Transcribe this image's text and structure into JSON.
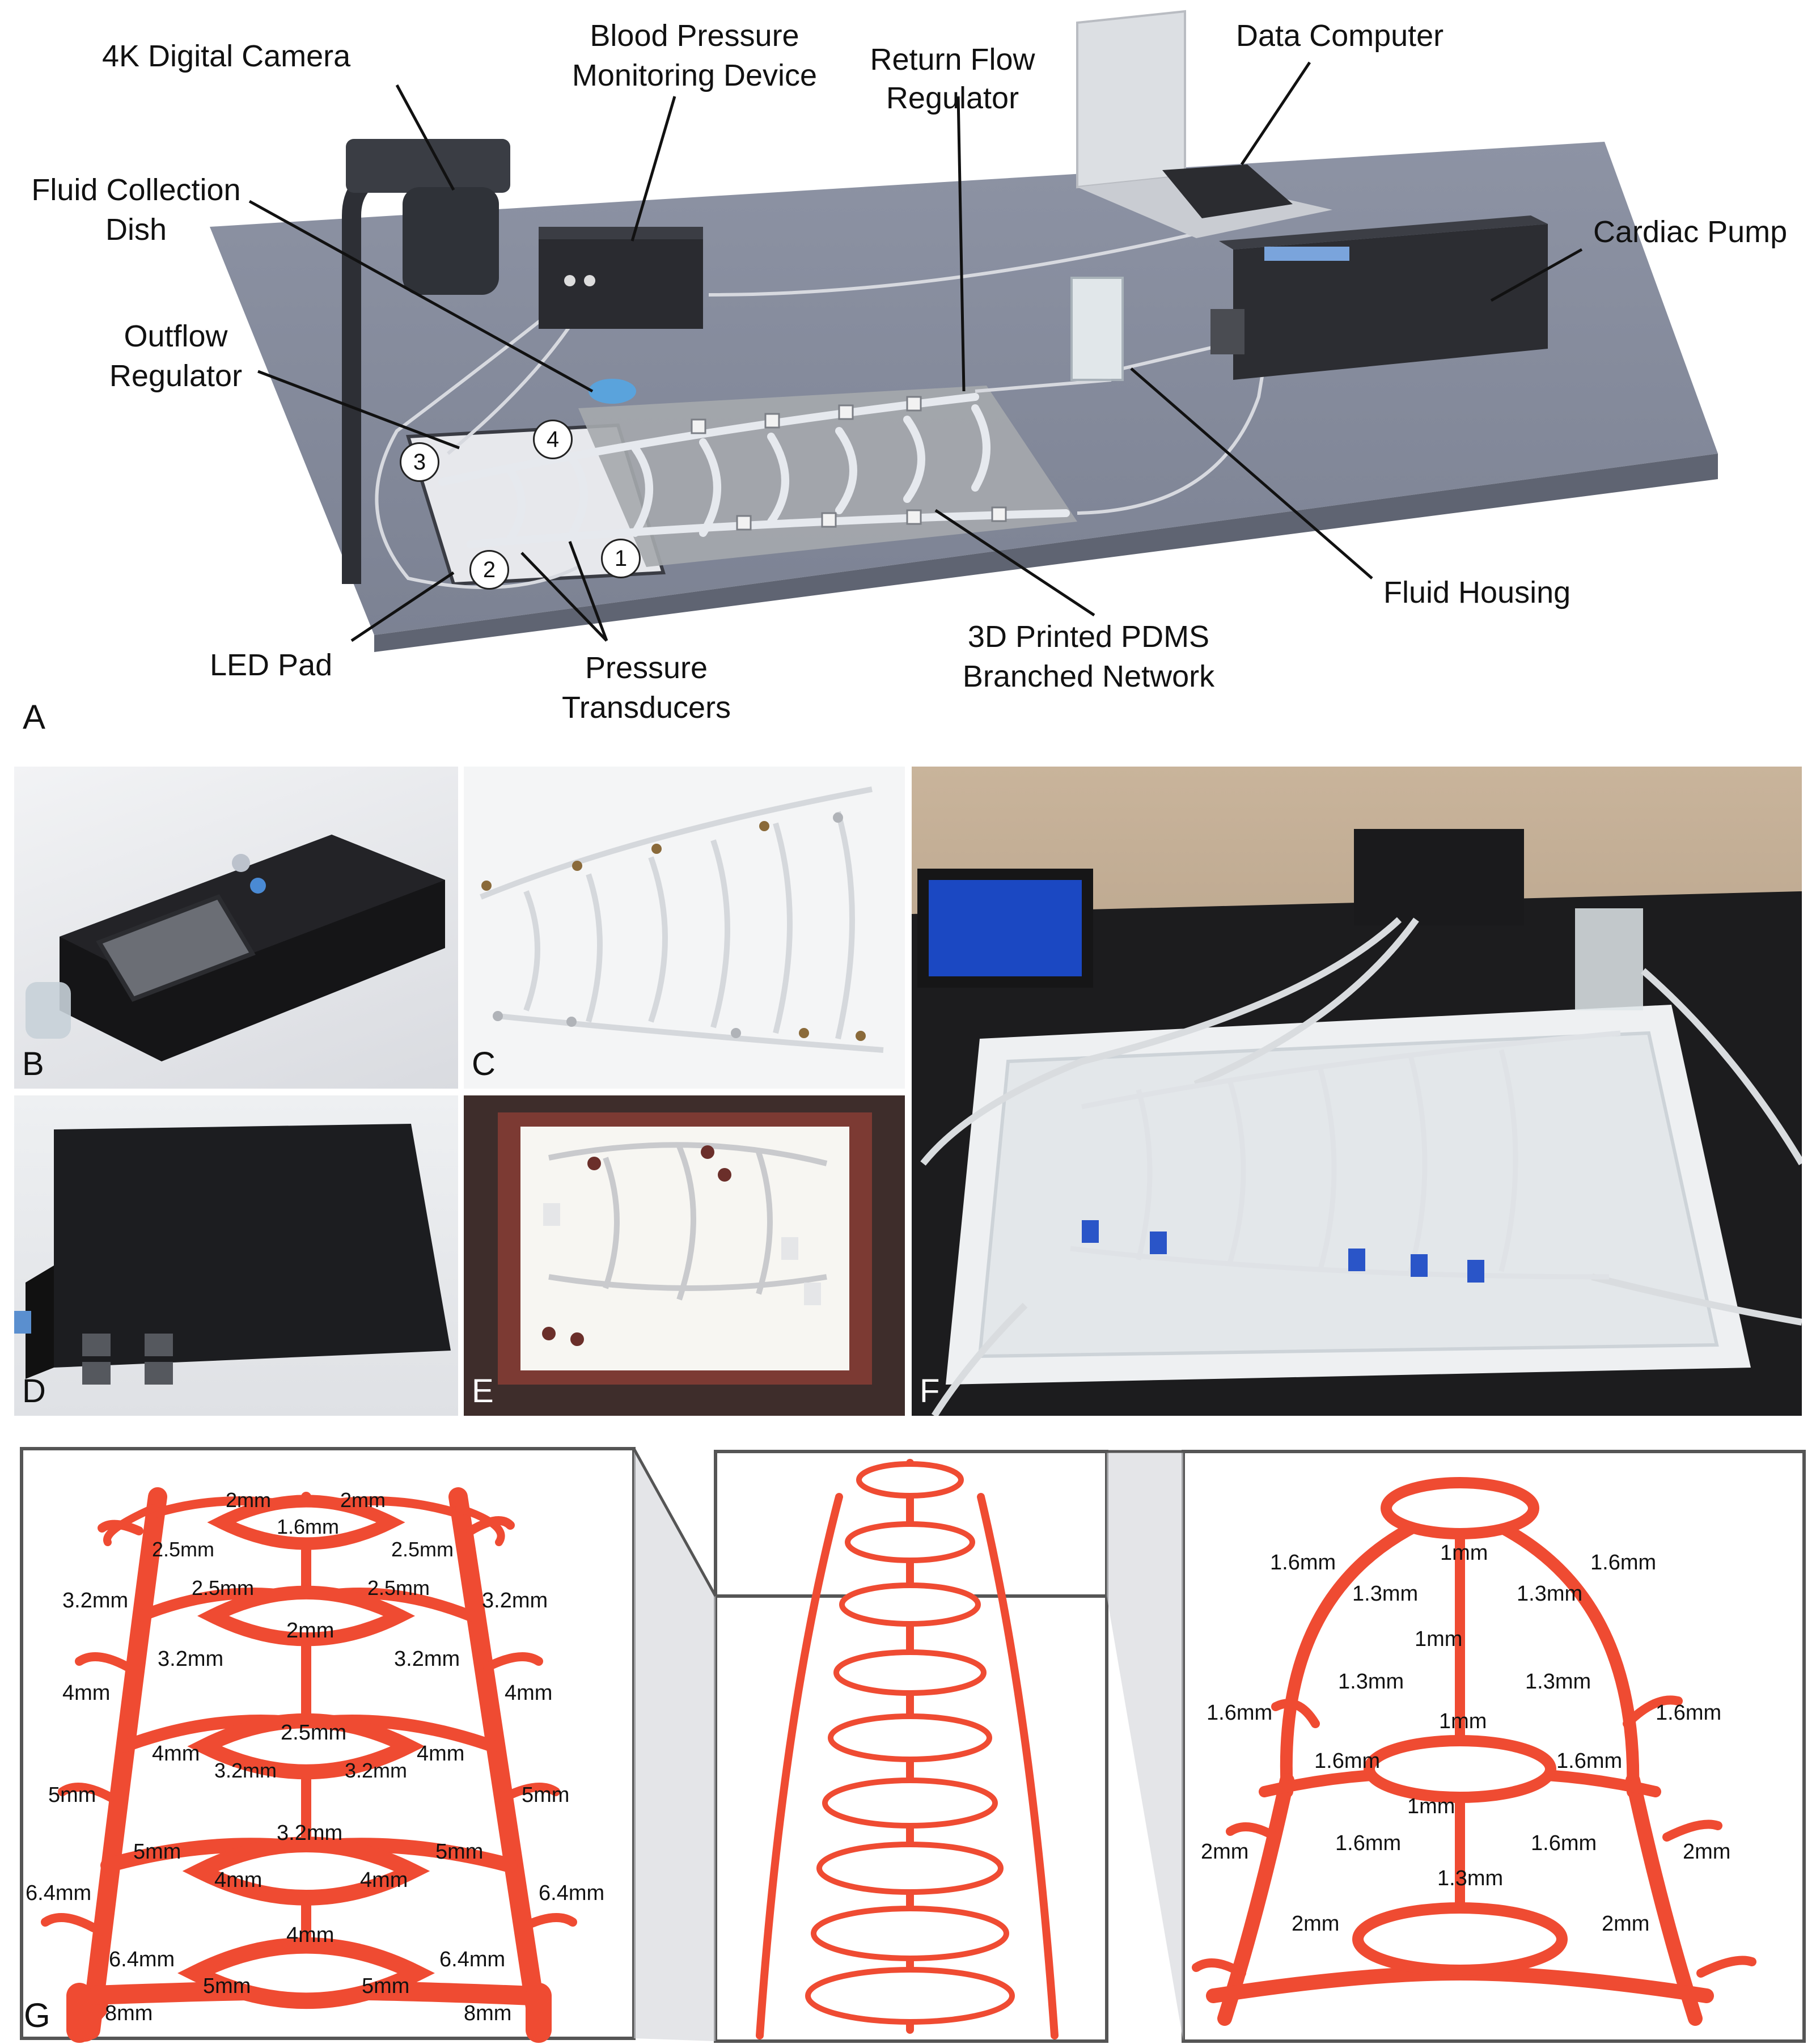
{
  "panel_a": {
    "letter": "A",
    "callouts": {
      "camera": "4K Digital Camera",
      "bp_line1": "Blood Pressure",
      "bp_line2": "Monitoring Device",
      "return_line1": "Return Flow",
      "return_line2": "Regulator",
      "computer": "Data Computer",
      "dish_line1": "Fluid Collection",
      "dish_line2": "Dish",
      "pump": "Cardiac Pump",
      "outflow_line1": "Outflow",
      "outflow_line2": "Regulator",
      "housing": "Fluid Housing",
      "led": "LED Pad",
      "transducers_line1": "Pressure",
      "transducers_line2": "Transducers",
      "network_line1": "3D Printed PDMS",
      "network_line2": "Branched Network"
    },
    "markers": [
      "1",
      "2",
      "3",
      "4"
    ]
  },
  "photo_letters": [
    "B",
    "C",
    "D",
    "E",
    "F"
  ],
  "panel_g": {
    "letter": "G",
    "left_labels": [
      "2mm",
      "2mm",
      "1.6mm",
      "2.5mm",
      "2.5mm",
      "2.5mm",
      "2.5mm",
      "3.2mm",
      "3.2mm",
      "2mm",
      "3.2mm",
      "3.2mm",
      "4mm",
      "4mm",
      "2.5mm",
      "4mm",
      "4mm",
      "3.2mm",
      "3.2mm",
      "5mm",
      "5mm",
      "3.2mm",
      "5mm",
      "5mm",
      "6.4mm",
      "4mm",
      "4mm",
      "6.4mm",
      "4mm",
      "6.4mm",
      "6.4mm",
      "5mm",
      "5mm",
      "8mm",
      "8mm"
    ],
    "right_labels": [
      "1.6mm",
      "1mm",
      "1.6mm",
      "1.3mm",
      "1.3mm",
      "1mm",
      "1.3mm",
      "1.3mm",
      "1.6mm",
      "1mm",
      "1.6mm",
      "1.6mm",
      "1.6mm",
      "1mm",
      "2mm",
      "1.6mm",
      "1.6mm",
      "2mm",
      "1.3mm",
      "2mm",
      "2mm"
    ]
  },
  "colors": {
    "vessel": "#ef4b32",
    "vessel_outline": "#b23a2a",
    "table": "#8e93a3"
  }
}
